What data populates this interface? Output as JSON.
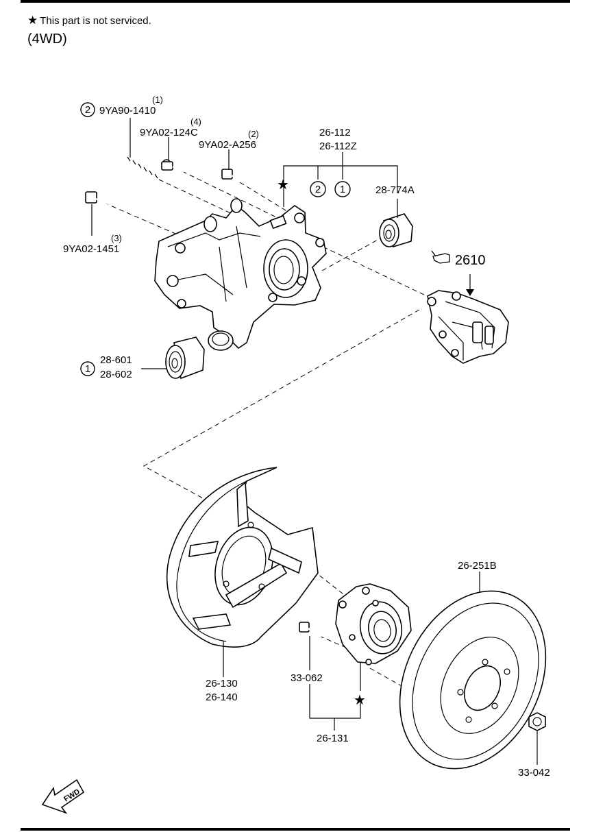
{
  "header": {
    "note_star": "★",
    "note_text": "This part is not serviced.",
    "variant": "(4WD)"
  },
  "callouts": {
    "bolt_1410": {
      "marker": "2",
      "qty": "(1)",
      "part": "9YA90-1410"
    },
    "bolt_124c": {
      "qty": "(4)",
      "part": "9YA02-124C"
    },
    "bolt_a256": {
      "qty": "(2)",
      "part": "9YA02-A256"
    },
    "bolt_1451": {
      "qty": "(3)",
      "part": "9YA02-1451"
    },
    "knuckle": {
      "part_a": "26-112",
      "part_b": "26-112Z",
      "star": "★",
      "marker_a": "2",
      "marker_b": "1"
    },
    "bushing_upper": {
      "part": "28-774A"
    },
    "caliper": {
      "part": "2610"
    },
    "bushing_lower": {
      "marker": "1",
      "part_a": "28-601",
      "part_b": "28-602"
    },
    "dust_shield": {
      "part_a": "26-130",
      "part_b": "26-140"
    },
    "hub_bolt": {
      "part": "33-062"
    },
    "hub_assembly": {
      "part": "26-131",
      "star": "★"
    },
    "disc": {
      "part": "26-251B"
    },
    "nut": {
      "part": "33-042"
    }
  },
  "fwd_label": "FWD",
  "icons": {
    "hand": "pointing-hand-icon",
    "fwd": "fwd-arrow-icon"
  }
}
